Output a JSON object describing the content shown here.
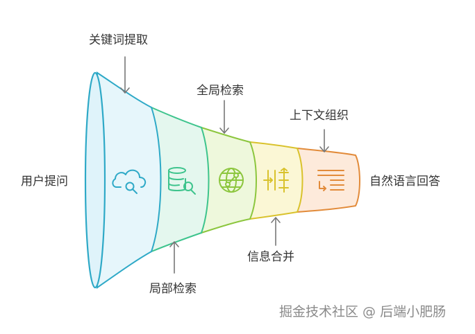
{
  "diagram": {
    "input_label": "用户提问",
    "output_label": "自然语言回答",
    "stages": [
      {
        "label": "关键词提取",
        "icon": "cloud-search-icon",
        "fill": "#e6f6fb",
        "stroke": "#2ea9c7"
      },
      {
        "label": "局部检索",
        "icon": "database-search-icon",
        "fill": "#e4f7ee",
        "stroke": "#3ec48d"
      },
      {
        "label": "全局检索",
        "icon": "globe-network-icon",
        "fill": "#eef8dc",
        "stroke": "#8cc63e"
      },
      {
        "label": "信息合并",
        "icon": "merge-icon",
        "fill": "#fbf7d5",
        "stroke": "#d9c22c"
      },
      {
        "label": "上下文组织",
        "icon": "text-list-icon",
        "fill": "#fdeadb",
        "stroke": "#e28b3a"
      }
    ]
  },
  "watermark": "掘金技术社区 @ 后端小肥肠"
}
